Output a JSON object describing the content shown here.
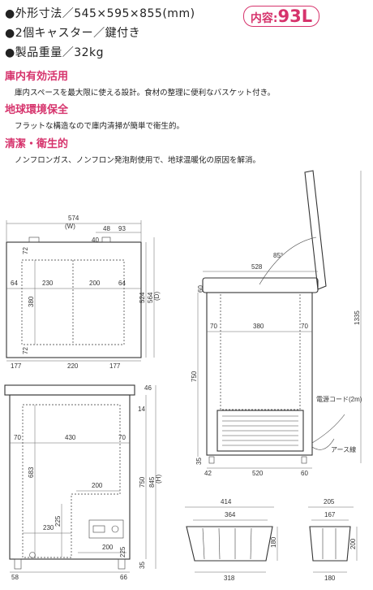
{
  "specs": [
    "●外形寸法／545×595×855(mm)",
    "●2個キャスター／鍵付き",
    "●製品重量／32kg"
  ],
  "capacity": {
    "label": "内容:",
    "value": "93L"
  },
  "features": [
    {
      "heading": "庫内有効活用",
      "text": "庫内スペースを最大限に使える設計。食材の整理に便利なバスケット付き。"
    },
    {
      "heading": "地球環境保全",
      "text": "フラットな構造なので庫内清掃が簡単で衛生的。"
    },
    {
      "heading": "清潔・衛生的",
      "text": "ノンフロンガス、ノンフロン発泡剤使用で、地球温暖化の原因を解消。"
    }
  ],
  "dims": {
    "top": {
      "w574": "574",
      "w_sub": "(W)",
      "d48": "48",
      "d93": "93",
      "d40": "40",
      "l72a": "72",
      "l72b": "72",
      "l64a": "64",
      "l230": "230",
      "l200": "200",
      "l64b": "64",
      "l380": "380",
      "l524": "524",
      "l564": "564",
      "l_d": "(D)",
      "b177a": "177",
      "b220": "220",
      "b177b": "177"
    },
    "front": {
      "h46": "46",
      "h14": "14",
      "l70a": "70",
      "l430": "430",
      "l70b": "70",
      "h683": "683",
      "l200": "200",
      "h750": "750",
      "h845": "845",
      "h_sub": "(H)",
      "l230": "230",
      "h225a": "225",
      "l200b": "200",
      "h225b": "225",
      "h35": "35",
      "f58": "58",
      "f66": "66"
    },
    "side": {
      "a85": "85°",
      "w528": "528",
      "h60": "60",
      "l70a": "70",
      "l380": "380",
      "l70b": "70",
      "h750": "750",
      "h1335": "1335",
      "cord": "電源コード(2m)",
      "earth": "アース線",
      "h35": "35",
      "b42": "42",
      "b520": "520",
      "b60": "60"
    },
    "basket": {
      "w414": "414",
      "w364": "364",
      "w318": "318",
      "h180a": "180",
      "w205": "205",
      "w167": "167",
      "w180": "180",
      "h200": "200"
    }
  }
}
